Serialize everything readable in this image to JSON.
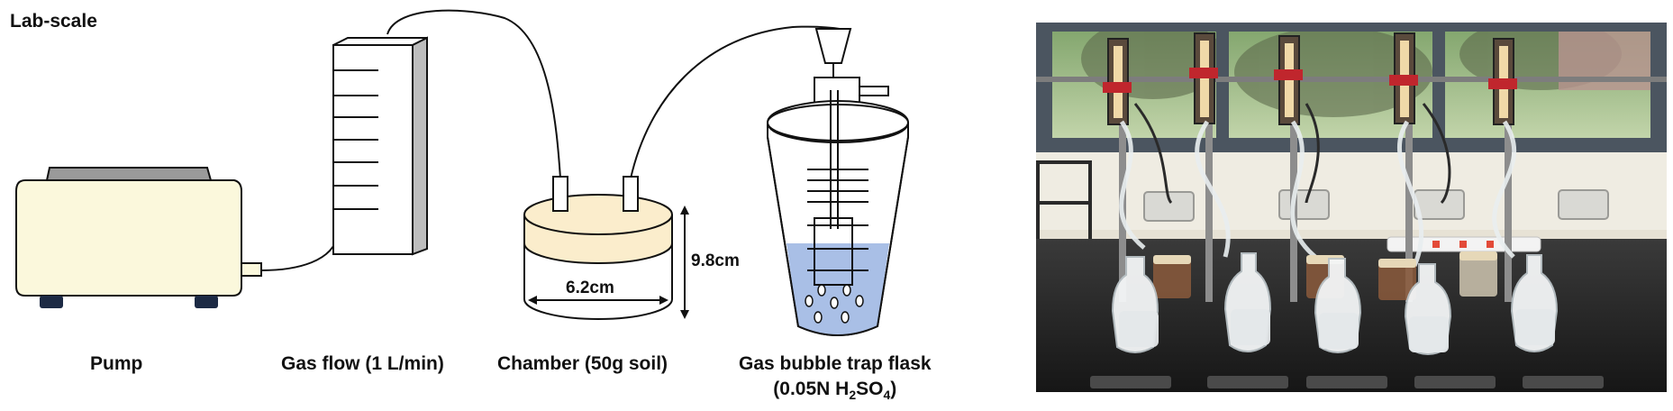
{
  "figure": {
    "scale_label": "Lab-scale",
    "components": {
      "pump": "Pump",
      "gas_flow": "Gas flow (1 L/min)",
      "chamber": "Chamber (50g soil)",
      "trap_line1": "Gas bubble trap flask",
      "trap_line2_prefix": "(0.05N H",
      "trap_line2_sub1": "2",
      "trap_line2_mid": "SO",
      "trap_line2_sub2": "4",
      "trap_line2_suffix": ")"
    },
    "dimensions": {
      "chamber_height": "9.8cm",
      "chamber_diameter": "6.2cm"
    },
    "photo": {
      "description": "lab-setup-photo"
    },
    "colors": {
      "pump_body": "#fbf8dc",
      "chamber_lid": "#fbedcc",
      "solution": "#a9bfe6",
      "outline": "#111111"
    }
  }
}
